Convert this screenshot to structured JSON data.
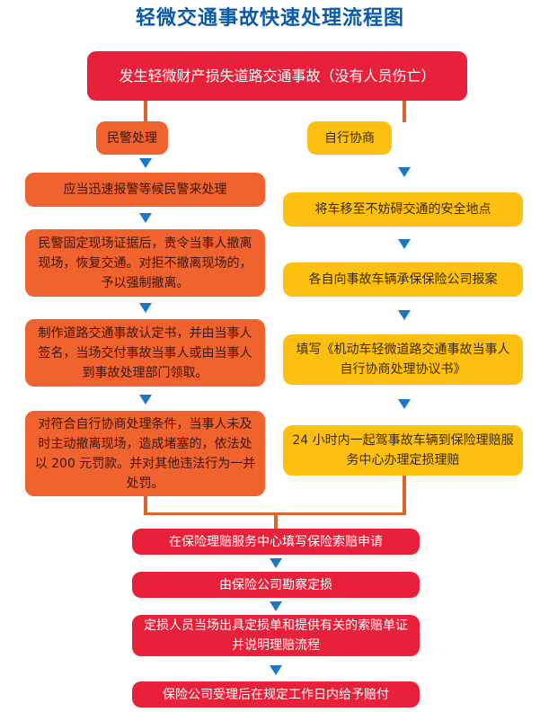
{
  "title": "轻微交通事故快速处理流程图",
  "top": "发生轻微财产损失道路交通事故（没有人员伤亡）",
  "left_branch": {
    "label": "民警处理",
    "steps": [
      "应当迅速报警等候民警来处理",
      "民警固定现场证据后，责令当事人撤离现场，恢复交通。对拒不撤离现场的，予以强制撤离。",
      "制作道路交通事故认定书，并由当事人签名，当场交付事故当事人或由当事人到事故处理部门领取。",
      "对符合自行协商处理条件，当事人未及时主动撤离现场，造成堵塞的，依法处以 200 元罚款。并对其他违法行为一并处罚。"
    ]
  },
  "right_branch": {
    "label": "自行协商",
    "steps": [
      "将车移至不妨碍交通的安全地点",
      "各自向事故车辆承保保险公司报案",
      "填写《机动车轻微道路交通事故当事人自行协商处理协议书》",
      "24 小时内一起驾事故车辆到保险理赔服务中心办理定损理赔"
    ]
  },
  "final_steps": [
    "在保险理赔服务中心填写保险索赔申请",
    "由保险公司勘察定损",
    "定损人员当场出具定损单和提供有关的索赔单证并说明理赔流程",
    "保险公司受理后在规定工作日内给予赔付"
  ],
  "colors": {
    "title": "#0b5aa6",
    "red": "#e8203a",
    "orange": "#f0622e",
    "yellow": "#fdc010",
    "arrow": "#1a78c8"
  }
}
